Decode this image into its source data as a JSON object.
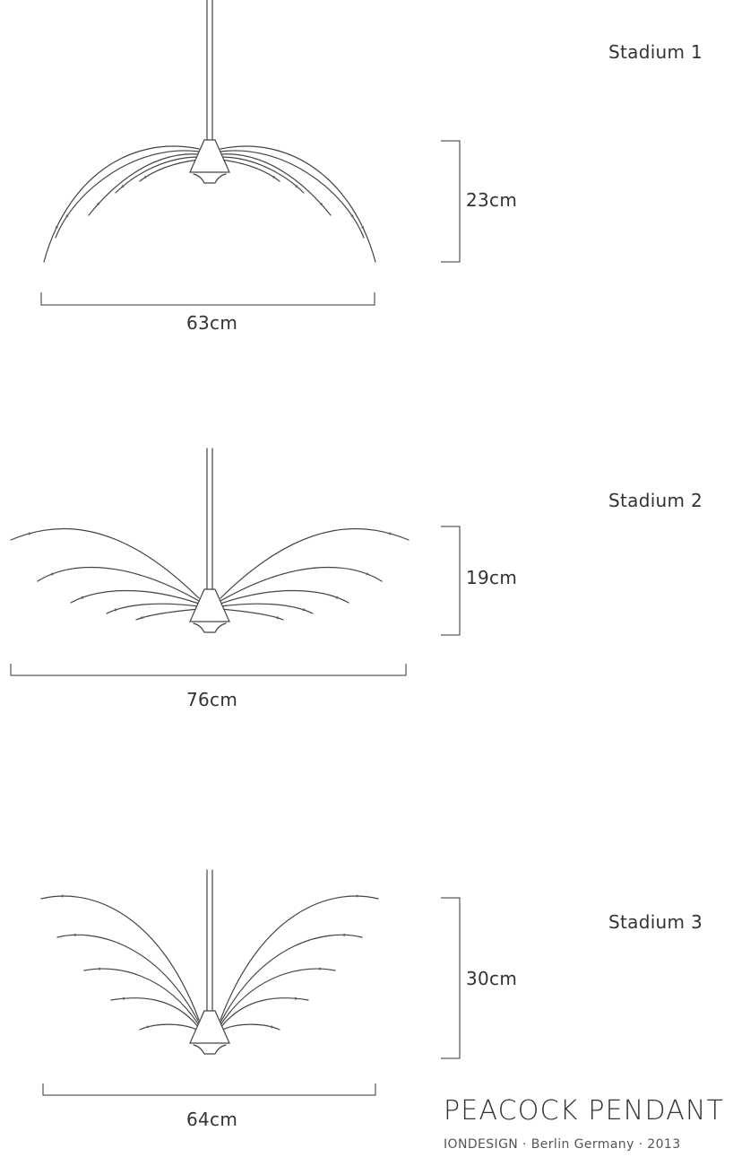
{
  "stages": [
    {
      "label": "Stadium 1",
      "height": "23cm",
      "width": "63cm"
    },
    {
      "label": "Stadium 2",
      "height": "19cm",
      "width": "76cm"
    },
    {
      "label": "Stadium 3",
      "height": "30cm",
      "width": "64cm"
    }
  ],
  "product": {
    "title": "PEACOCK PENDANT",
    "subtitle": "IONDESIGN · Berlin Germany · 2013"
  },
  "colors": {
    "line": "#444444",
    "text": "#333333",
    "background": "#ffffff"
  }
}
